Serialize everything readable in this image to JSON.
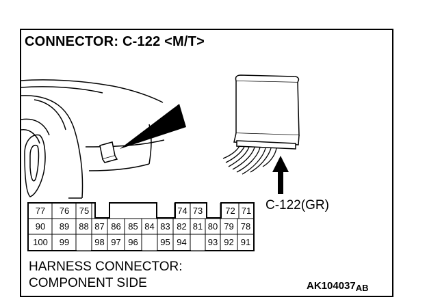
{
  "title": "CONNECTOR: C-122 <M/T>",
  "connector_label": "C-122(GR)",
  "caption_line1": "HARNESS CONNECTOR:",
  "caption_line2": "COMPONENT SIDE",
  "figure_code": "AK104037",
  "figure_code_suffix": "AB",
  "pins": {
    "row1": [
      "77",
      "76",
      "75",
      "",
      "",
      "",
      "",
      "",
      "",
      "",
      "74",
      "73",
      "",
      "72",
      "71"
    ],
    "row2": [
      "90",
      "89",
      "88",
      "87",
      "86",
      "85",
      "84",
      "83",
      "82",
      "81",
      "80",
      "79",
      "78"
    ],
    "row3": [
      "100",
      "99",
      "",
      "98",
      "97",
      "96",
      "",
      "95",
      "94",
      "",
      "93",
      "92",
      "91"
    ]
  }
}
